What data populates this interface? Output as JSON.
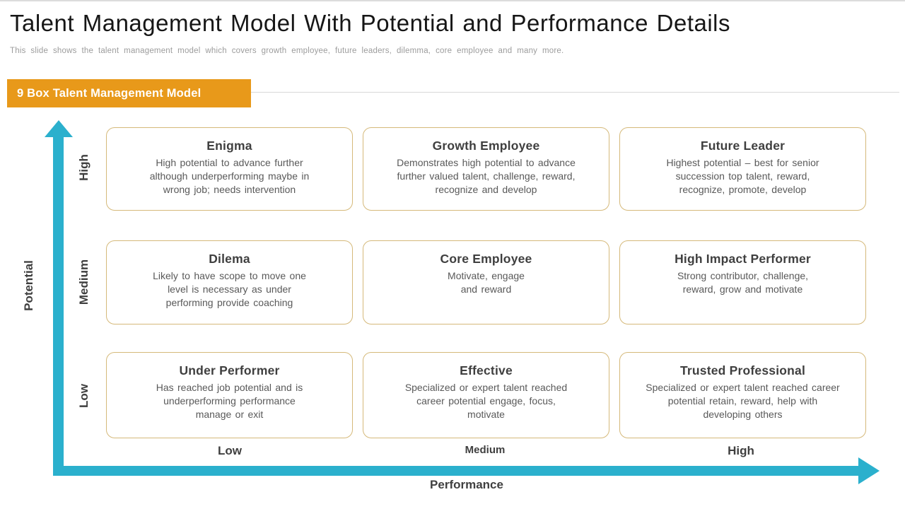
{
  "slide": {
    "title": "Talent Management Model With Potential and Performance Details",
    "subtitle": "This slide shows the talent management model which covers growth employee, future leaders, dilemma, core employee and many more.",
    "banner": "9 Box Talent Management Model"
  },
  "matrix": {
    "y_axis": {
      "title": "Potential",
      "levels": [
        "High",
        "Medium",
        "Low"
      ]
    },
    "x_axis": {
      "title": "Performance",
      "levels": [
        "Low",
        "Medium",
        "High"
      ]
    },
    "rows": [
      {
        "level": "High",
        "boxes": [
          {
            "title": "Enigma",
            "description": "High potential to advance further although underperforming maybe in wrong job; needs intervention"
          },
          {
            "title": "Growth Employee",
            "description": "Demonstrates high potential to advance further valued talent, challenge, reward, recognize and develop"
          },
          {
            "title": "Future Leader",
            "description": "Highest potential – best for senior succession top talent, reward, recognize, promote, develop"
          }
        ]
      },
      {
        "level": "Medium",
        "boxes": [
          {
            "title": "Dilema",
            "description": "Likely to have scope to move one level is necessary as under performing provide coaching"
          },
          {
            "title": "Core Employee",
            "description": "Motivate, engage and reward"
          },
          {
            "title": "High Impact Performer",
            "description": "Strong contributor, challenge, reward, grow and motivate"
          }
        ]
      },
      {
        "level": "Low",
        "boxes": [
          {
            "title": "Under Performer",
            "description": "Has reached job potential and is underperforming performance manage or exit"
          },
          {
            "title": "Effective",
            "description": "Specialized or expert talent reached career potential engage, focus, motivate"
          },
          {
            "title": "Trusted Professional",
            "description": "Specialized or expert talent reached career potential retain, reward, help with developing others"
          }
        ]
      }
    ]
  },
  "colors": {
    "accent_orange": "#E8991A",
    "accent_teal": "#2BB0CD",
    "box_border": "#D5B97A",
    "heading_text": "#3F3F3F",
    "body_text": "#595959",
    "subtitle_text": "#9C9C9C"
  }
}
